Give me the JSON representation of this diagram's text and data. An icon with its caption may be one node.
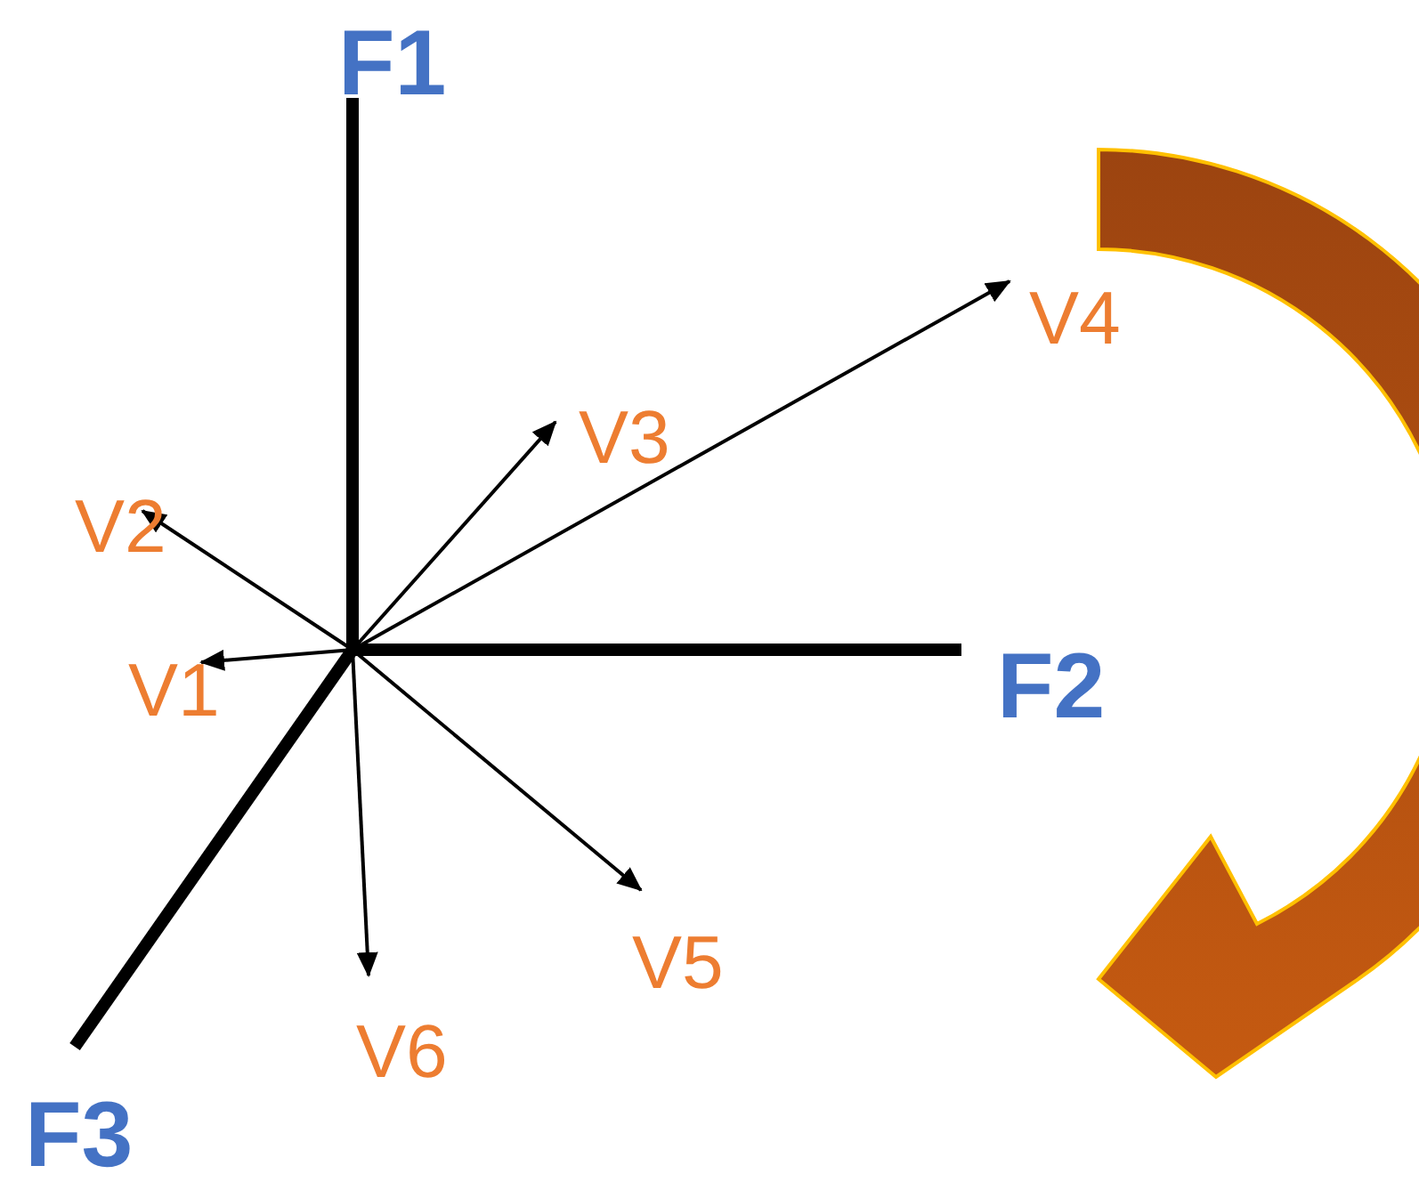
{
  "diagram": {
    "labels": [
      "F1",
      "V4",
      "V3",
      "V2",
      "V1",
      "F2",
      "V5",
      "V6",
      "F3"
    ]
  }
}
